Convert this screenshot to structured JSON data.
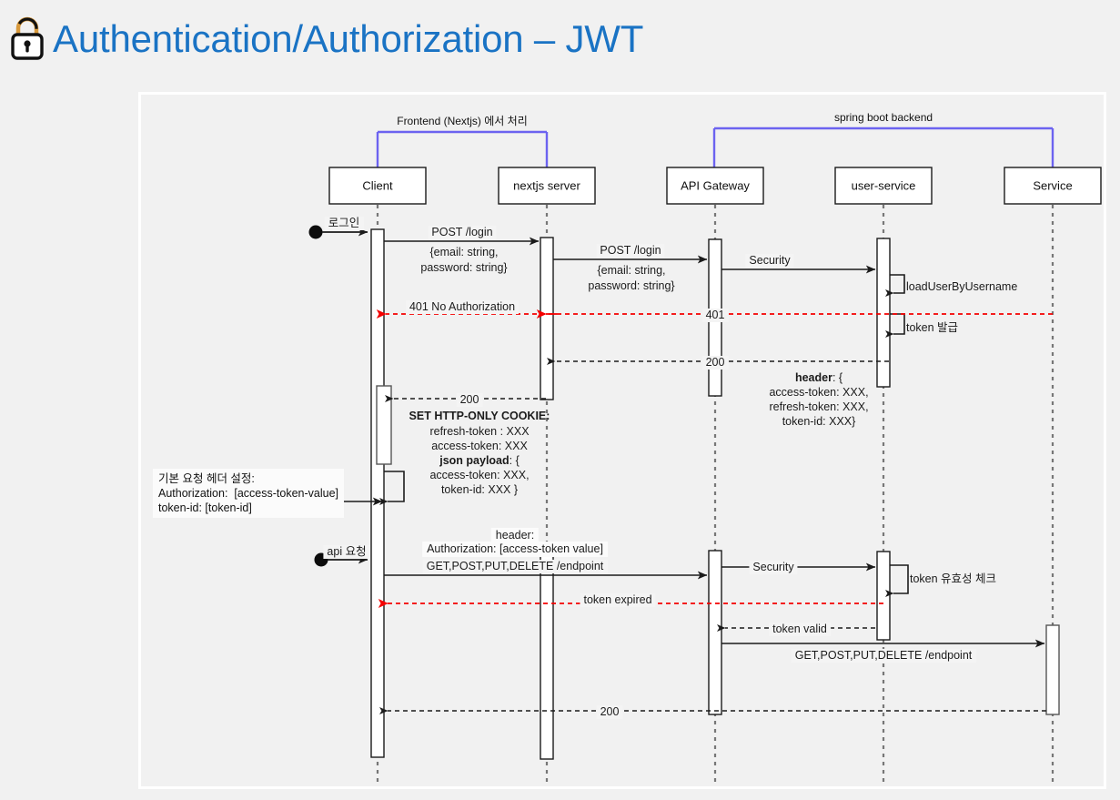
{
  "page": {
    "title": "Authentication/Authorization – JWT",
    "title_color": "#1a73c4",
    "background": "#f1f1f1",
    "lock_icon": "lock-icon"
  },
  "diagram": {
    "type": "sequence-diagram",
    "groups": [
      {
        "id": "frontend",
        "label": "Frontend (Nextjs) 에서 처리",
        "color": "#6c63f0",
        "spans": [
          "Client",
          "nextjs server"
        ]
      },
      {
        "id": "backend",
        "label": "spring boot backend",
        "color": "#6c63f0",
        "spans": [
          "API Gateway",
          "Service"
        ]
      }
    ],
    "participants": [
      {
        "id": "client",
        "label": "Client"
      },
      {
        "id": "nextjs",
        "label": "nextjs server"
      },
      {
        "id": "gateway",
        "label": "API Gateway"
      },
      {
        "id": "user-service",
        "label": "user-service"
      },
      {
        "id": "service",
        "label": "Service"
      }
    ],
    "actors": [
      {
        "id": "actor-login",
        "label": "로그인"
      },
      {
        "id": "actor-api",
        "label": "api 요청"
      }
    ],
    "messages": [
      {
        "id": "m-login",
        "from": "actor",
        "to": "client",
        "label": "로그인",
        "style": "solid"
      },
      {
        "id": "m-post-login-1",
        "from": "client",
        "to": "nextjs",
        "label": "POST /login",
        "style": "solid"
      },
      {
        "id": "m-post-login-1-body",
        "label": "{email: string,\npassword: string}"
      },
      {
        "id": "m-post-login-2",
        "from": "nextjs",
        "to": "gateway",
        "label": "POST /login",
        "style": "solid"
      },
      {
        "id": "m-post-login-2-body",
        "label": "{email: string,\npassword: string}"
      },
      {
        "id": "m-security-1",
        "from": "gateway",
        "to": "user-service",
        "label": "Security",
        "style": "solid"
      },
      {
        "id": "m-loaduser",
        "from": "user-service",
        "to": "user-service",
        "label": "loadUserByUsername",
        "style": "self"
      },
      {
        "id": "m-token-issue",
        "from": "user-service",
        "to": "user-service",
        "label": "token 발급",
        "style": "self"
      },
      {
        "id": "m-401-return",
        "label": "401 No Authorization",
        "color": "#f40000",
        "style": "dashed-red"
      },
      {
        "id": "m-401-code",
        "label": "401",
        "color": "#f40000",
        "style": "dashed-red"
      },
      {
        "id": "m-200-gw",
        "label": "200",
        "color": "#1717f0",
        "style": "dashed"
      },
      {
        "id": "m-200-next",
        "label": "200",
        "color": "#1717f0",
        "style": "dashed"
      },
      {
        "id": "m-header-block",
        "label": "header: {\naccess-token: XXX,\nrefresh-token: XXX,\ntoken-id: XXX}"
      },
      {
        "id": "m-cookie-block",
        "label": "SET HTTP-ONLY COOKIE:\nrefresh-token : XXX\naccess-token: XXX\njson payload: {\naccess-token: XXX,\ntoken-id: XXX }"
      },
      {
        "id": "m-default-headers",
        "label": "기본 요청 헤더 설정:\nAuthorization:  [access-token-value]\ntoken-id: [token-id]",
        "style": "self-note"
      },
      {
        "id": "m-api-req",
        "from": "actor",
        "to": "client",
        "label": "api 요청",
        "style": "solid"
      },
      {
        "id": "m-header-auth",
        "label": "header:\nAuthorization: [access-token value]"
      },
      {
        "id": "m-endpoint-1",
        "from": "client",
        "to": "gateway",
        "label": "GET,POST,PUT,DELETE /endpoint",
        "style": "solid"
      },
      {
        "id": "m-security-2",
        "from": "gateway",
        "to": "user-service",
        "label": "Security",
        "style": "solid"
      },
      {
        "id": "m-token-check",
        "from": "user-service",
        "to": "user-service",
        "label": "token 유효성 체크",
        "style": "self"
      },
      {
        "id": "m-token-expired",
        "label": "token expired",
        "color": "#f40000",
        "style": "dashed-red"
      },
      {
        "id": "m-token-valid",
        "label": "token valid",
        "color": "#1717f0",
        "style": "dashed"
      },
      {
        "id": "m-endpoint-2",
        "from": "gateway",
        "to": "service",
        "label": "GET,POST,PUT,DELETE /endpoint",
        "style": "solid"
      },
      {
        "id": "m-200-final",
        "label": "200",
        "color": "#1717f0",
        "style": "dashed"
      }
    ],
    "colors": {
      "bracket": "#6c63f0",
      "error": "#f40000",
      "success": "#1717f0",
      "line": "#222222",
      "lifeline": "#6f6f6f",
      "frame": "#ffffff"
    }
  },
  "texts": {
    "group_frontend": "Frontend (Nextjs) 에서 처리",
    "group_backend": "spring boot backend",
    "p_client": "Client",
    "p_nextjs": "nextjs server",
    "p_gateway": "API Gateway",
    "p_user_service": "user-service",
    "p_service": "Service",
    "a_login": "로그인",
    "a_api": "api 요청",
    "post_login_1": "POST /login",
    "body_1_l1": "{email: string,",
    "body_1_l2": "password: string}",
    "post_login_2": "POST /login",
    "body_2_l1": "{email: string,",
    "body_2_l2": "password: string}",
    "security_1": "Security",
    "load_user": "loadUserByUsername",
    "token_issue": "token 발급",
    "err_401_full": "401 No Authorization",
    "err_401": "401",
    "ok_200_gw": "200",
    "ok_200_next": "200",
    "hdr_l1": "header",
    "hdr_l1b": ": {",
    "hdr_l2": "access-token: XXX,",
    "hdr_l3": "refresh-token: XXX,",
    "hdr_l4": "token-id: XXX}",
    "cookie_l1": "SET HTTP-ONLY COOKIE:",
    "cookie_l2": "refresh-token : XXX",
    "cookie_l3": "access-token: XXX",
    "cookie_l4a": "json payload",
    "cookie_l4b": ": {",
    "cookie_l5": "access-token: XXX,",
    "cookie_l6": "token-id: XXX }",
    "note_l1": "기본 요청 헤더 설정:",
    "note_l2": "Authorization:  [access-token-value]",
    "note_l3": "token-id: [token-id]",
    "hdr_auth_l1": "header:",
    "hdr_auth_l2": "Authorization: [access-token value]",
    "endpoint_1": "GET,POST,PUT,DELETE /endpoint",
    "security_2": "Security",
    "token_check": "token 유효성 체크",
    "token_expired": "token expired",
    "token_valid": "token valid",
    "endpoint_2": "GET,POST,PUT,DELETE /endpoint",
    "ok_200_final": "200"
  }
}
